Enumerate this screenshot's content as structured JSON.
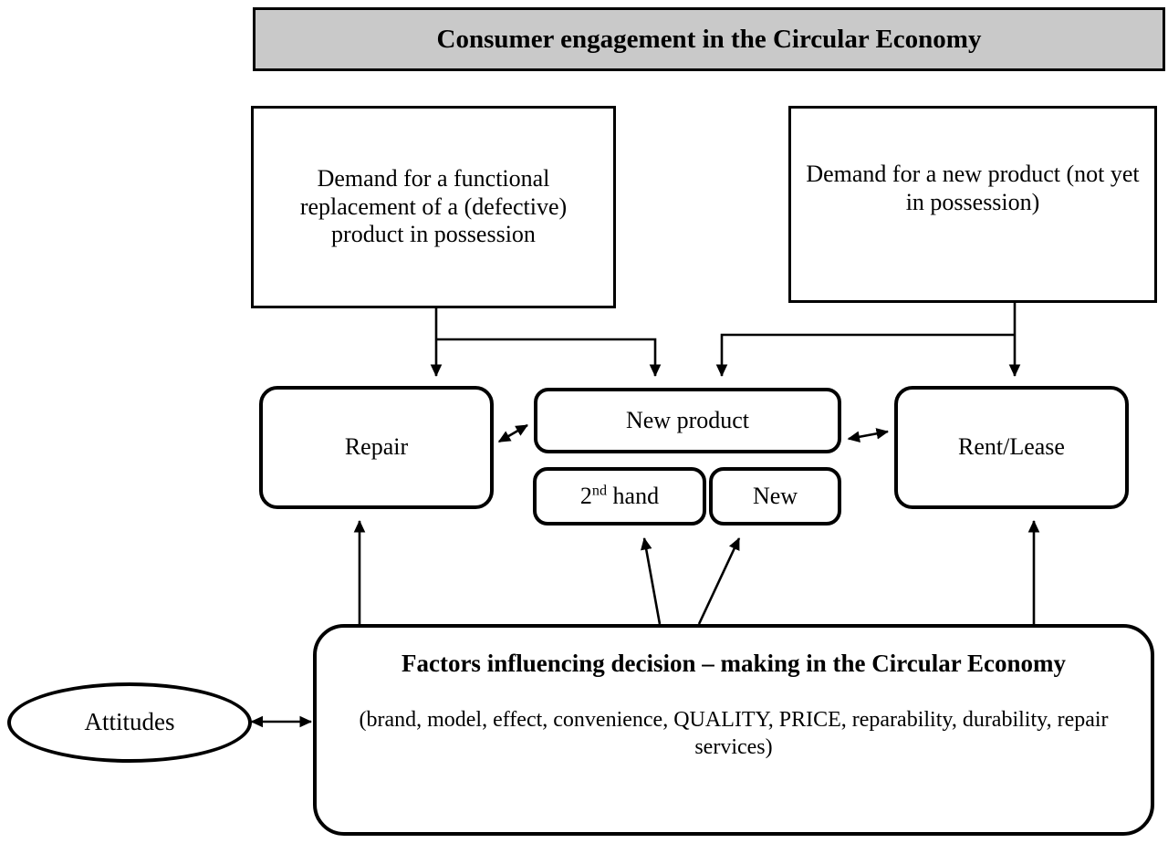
{
  "title": {
    "text": "Consumer engagement in the Circular Economy"
  },
  "demand_boxes": [
    {
      "id": "demand-functional",
      "label": "Demand for a functional replacement of a (defective) product in possession"
    },
    {
      "id": "demand-new",
      "label": "Demand for a new product (not yet in possession)"
    }
  ],
  "options": [
    {
      "id": "repair",
      "label": "Repair"
    },
    {
      "id": "new-product",
      "label": "New product"
    },
    {
      "id": "second-hand",
      "label_main": "2",
      "label_sup": "nd",
      "label_rest": " hand"
    },
    {
      "id": "new",
      "label": "New"
    },
    {
      "id": "rent-lease",
      "label": "Rent/Lease"
    }
  ],
  "factors": {
    "heading": "Factors influencing decision – making in the Circular Economy",
    "detail": "(brand, model, effect, convenience, QUALITY, PRICE, reparability, durability, repair services)"
  },
  "attitudes": {
    "label": "Attitudes"
  },
  "colors": {
    "title_background": "#c9c9c9",
    "stroke": "#000000",
    "node_background": "#ffffff"
  }
}
